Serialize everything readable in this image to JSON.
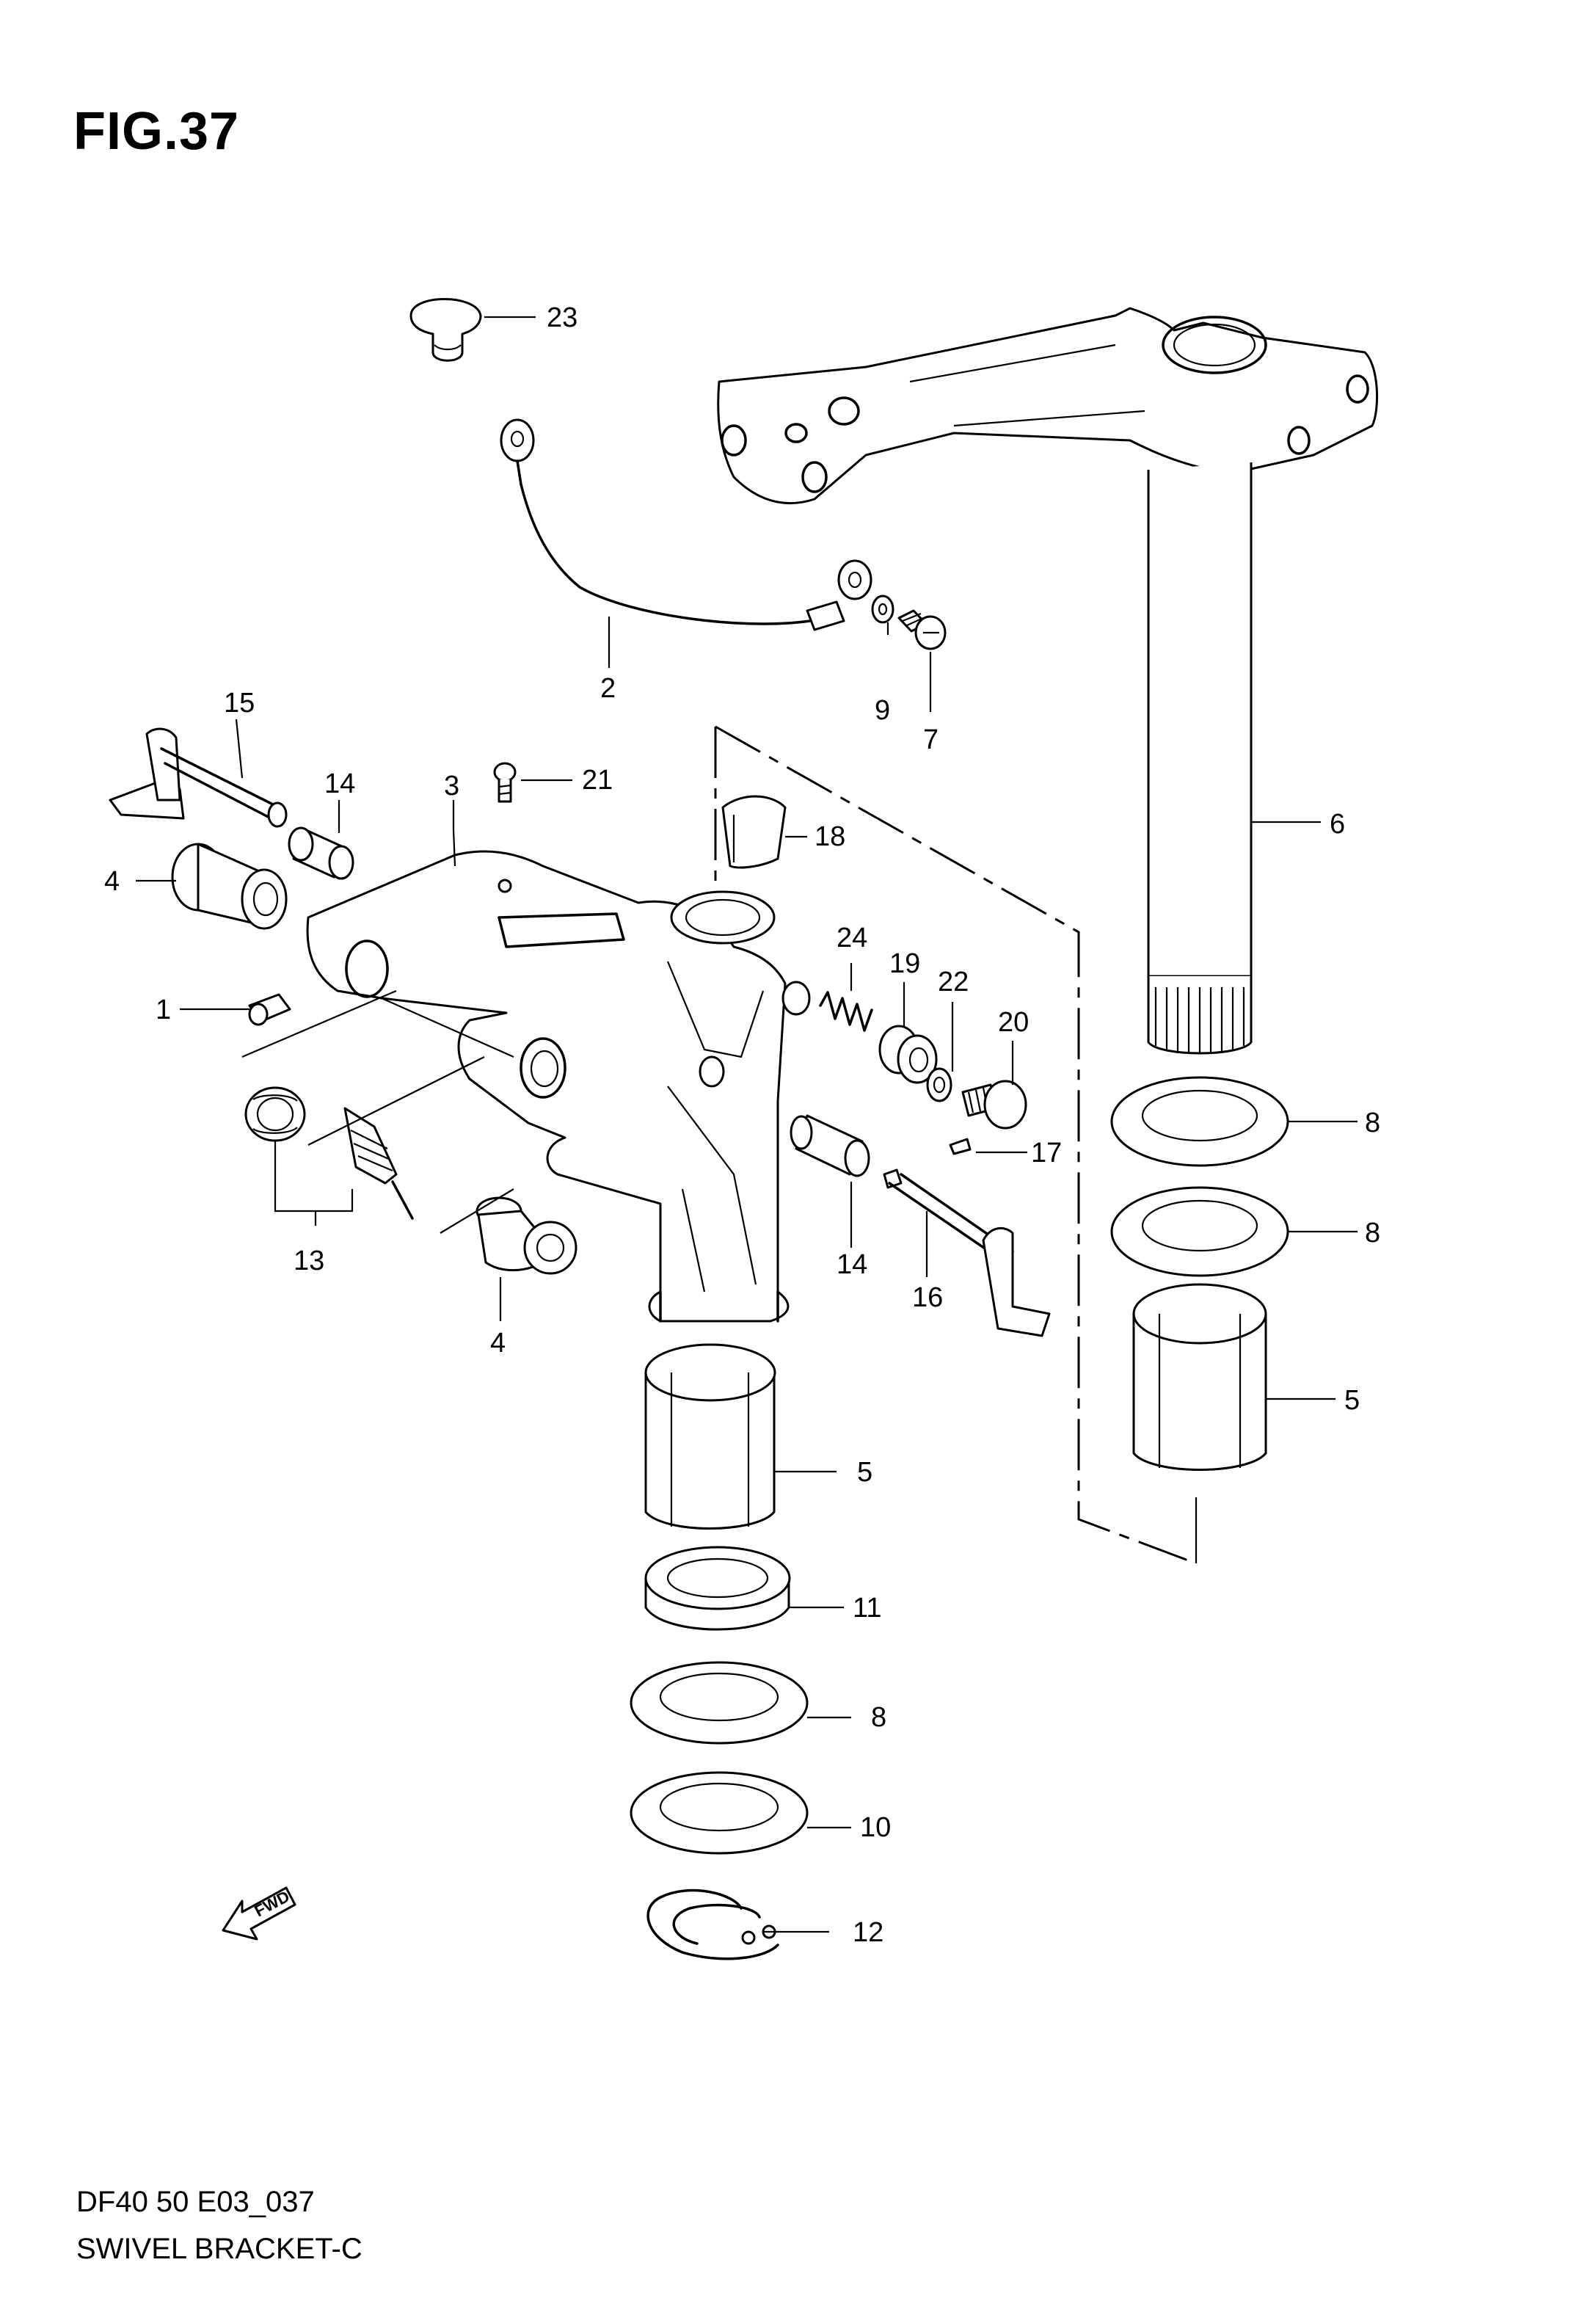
{
  "figure": {
    "title": "FIG.37",
    "model_code": "DF40 50 E03_037",
    "name": "SWIVEL BRACKET-C"
  },
  "direction_indicator": {
    "text": "FWD"
  },
  "callouts": [
    {
      "id": "c1",
      "text": "1"
    },
    {
      "id": "c2",
      "text": "2"
    },
    {
      "id": "c3",
      "text": "3"
    },
    {
      "id": "c4a",
      "text": "4"
    },
    {
      "id": "c4b",
      "text": "4"
    },
    {
      "id": "c5a",
      "text": "5"
    },
    {
      "id": "c5b",
      "text": "5"
    },
    {
      "id": "c6",
      "text": "6"
    },
    {
      "id": "c7",
      "text": "7"
    },
    {
      "id": "c8a",
      "text": "8"
    },
    {
      "id": "c8b",
      "text": "8"
    },
    {
      "id": "c8c",
      "text": "8"
    },
    {
      "id": "c9",
      "text": "9"
    },
    {
      "id": "c10",
      "text": "10"
    },
    {
      "id": "c11",
      "text": "11"
    },
    {
      "id": "c12",
      "text": "12"
    },
    {
      "id": "c13",
      "text": "13"
    },
    {
      "id": "c14a",
      "text": "14"
    },
    {
      "id": "c14b",
      "text": "14"
    },
    {
      "id": "c15",
      "text": "15"
    },
    {
      "id": "c16",
      "text": "16"
    },
    {
      "id": "c17",
      "text": "17"
    },
    {
      "id": "c18",
      "text": "18"
    },
    {
      "id": "c19",
      "text": "19"
    },
    {
      "id": "c20",
      "text": "20"
    },
    {
      "id": "c21",
      "text": "21"
    },
    {
      "id": "c22",
      "text": "22"
    },
    {
      "id": "c23",
      "text": "23"
    },
    {
      "id": "c24",
      "text": "24"
    }
  ]
}
